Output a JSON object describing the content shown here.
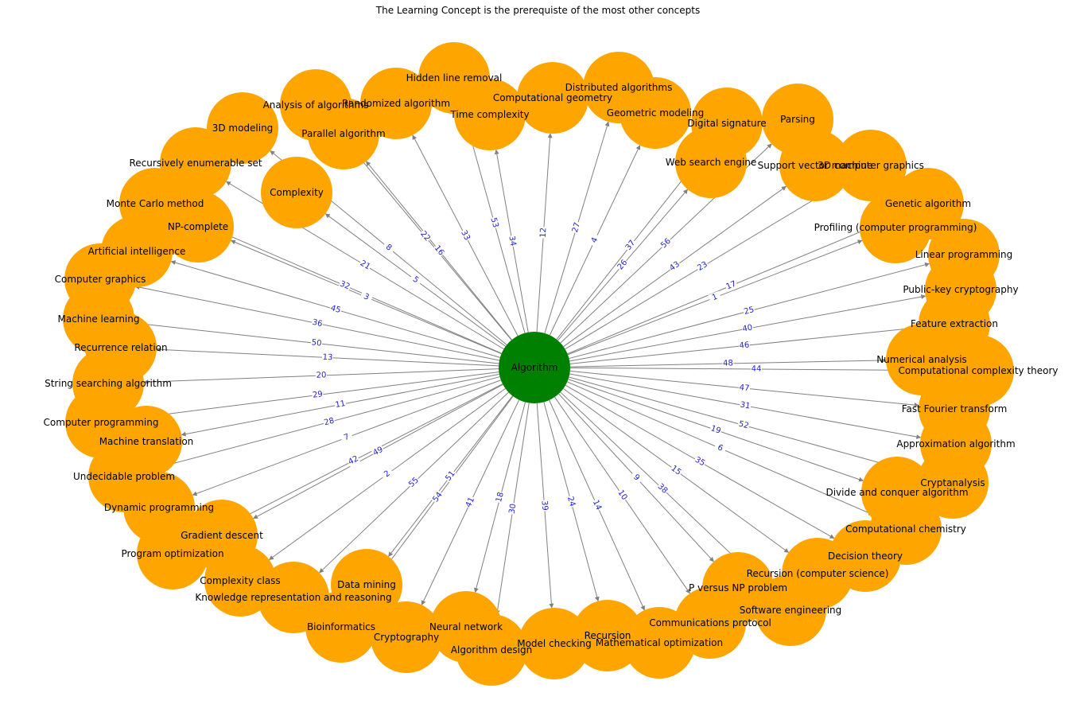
{
  "title": "The Learning Concept is the prerequiste of the most other concepts",
  "colors": {
    "center": "#008000",
    "node": "#FFA500",
    "edge": "#808080",
    "edge_label": "#1f1fd6"
  },
  "center": {
    "label": "Algorithm"
  },
  "nodes": [
    {
      "label": "Hidden line removal",
      "edge": "53"
    },
    {
      "label": "Distributed algorithms",
      "edge": "27"
    },
    {
      "label": "Computational geometry",
      "edge": "12"
    },
    {
      "label": "Time complexity",
      "edge": "34"
    },
    {
      "label": "Randomized algorithm",
      "edge": "33"
    },
    {
      "label": "Geometric modeling",
      "edge": "4"
    },
    {
      "label": "Analysis of algorithms",
      "edge": "22"
    },
    {
      "label": "Digital signature",
      "edge": "37"
    },
    {
      "label": "Parsing",
      "edge": "56"
    },
    {
      "label": "Web search engine",
      "edge": "26"
    },
    {
      "label": "Parallel algorithm",
      "edge": "16"
    },
    {
      "label": "3D modeling",
      "edge": "8"
    },
    {
      "label": "Support vector machine",
      "edge": "43"
    },
    {
      "label": "3D computer graphics",
      "edge": "23"
    },
    {
      "label": "Recursively enumerable set",
      "edge": "21"
    },
    {
      "label": "Complexity",
      "edge": "5"
    },
    {
      "label": "Genetic algorithm",
      "edge": "17"
    },
    {
      "label": "Monte Carlo method",
      "edge": "32"
    },
    {
      "label": "Profiling (computer programming)",
      "edge": "1"
    },
    {
      "label": "NP-complete",
      "edge": "3"
    },
    {
      "label": "Linear programming",
      "edge": "25"
    },
    {
      "label": "Artificial intelligence",
      "edge": "45"
    },
    {
      "label": "Computer graphics",
      "edge": "36"
    },
    {
      "label": "Public-key cryptography",
      "edge": "40"
    },
    {
      "label": "Feature extraction",
      "edge": "46"
    },
    {
      "label": "Machine learning",
      "edge": "50"
    },
    {
      "label": "Recurrence relation",
      "edge": "13"
    },
    {
      "label": "Numerical analysis",
      "edge": "48"
    },
    {
      "label": "Computational complexity theory",
      "edge": "44"
    },
    {
      "label": "String searching algorithm",
      "edge": "20"
    },
    {
      "label": "Fast Fourier transform",
      "edge": "47"
    },
    {
      "label": "Computer programming",
      "edge": "29"
    },
    {
      "label": "Machine translation",
      "edge": "11"
    },
    {
      "label": "Approximation algorithm",
      "edge": "31"
    },
    {
      "label": "Cryptanalysis",
      "edge": "52"
    },
    {
      "label": "Undecidable problem",
      "edge": "28"
    },
    {
      "label": "Divide and conquer algorithm",
      "edge": "19"
    },
    {
      "label": "Dynamic programming",
      "edge": "7"
    },
    {
      "label": "Computational chemistry",
      "edge": "6"
    },
    {
      "label": "Gradient descent",
      "edge": "49"
    },
    {
      "label": "Decision theory",
      "edge": "35"
    },
    {
      "label": "Program optimization",
      "edge": "42"
    },
    {
      "label": "Recursion (computer science)",
      "edge": "15"
    },
    {
      "label": "Complexity class",
      "edge": "2"
    },
    {
      "label": "Data mining",
      "edge": "51"
    },
    {
      "label": "P versus NP problem",
      "edge": "9"
    },
    {
      "label": "Knowledge representation and reasoning",
      "edge": "55"
    },
    {
      "label": "Software engineering",
      "edge": "38"
    },
    {
      "label": "Bioinformatics",
      "edge": "54"
    },
    {
      "label": "Communications protocol",
      "edge": "10"
    },
    {
      "label": "Neural network",
      "edge": "18"
    },
    {
      "label": "Cryptography",
      "edge": "41"
    },
    {
      "label": "Recursion",
      "edge": "24"
    },
    {
      "label": "Mathematical optimization",
      "edge": "14"
    },
    {
      "label": "Model checking",
      "edge": "39"
    },
    {
      "label": "Algorithm design",
      "edge": "30"
    }
  ]
}
